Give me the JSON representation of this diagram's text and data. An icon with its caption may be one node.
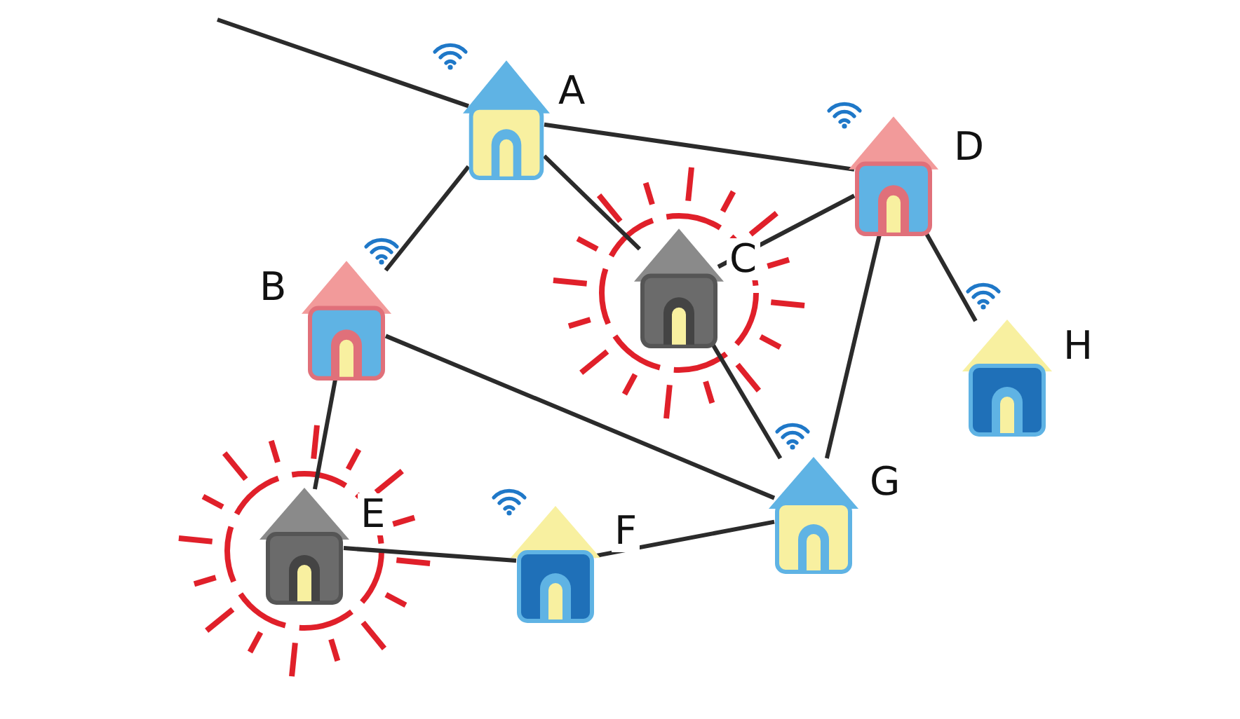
{
  "diagram": {
    "nodes": [
      {
        "text": [
          "A"
        ]
      },
      {
        "text": [
          "B"
        ]
      },
      {
        "text": [
          "C"
        ]
      },
      {
        "text": [
          "D"
        ]
      },
      {
        "text": [
          "E"
        ]
      },
      {
        "text": [
          "F"
        ]
      },
      {
        "text": [
          "G"
        ]
      },
      {
        "text": [
          "H"
        ]
      }
    ],
    "edges": [
      {
        "from": null,
        "to": 0,
        "arrow": "none"
      },
      {
        "from": 0,
        "to": 1,
        "arrow": "none"
      },
      {
        "from": 0,
        "to": 2,
        "arrow": "none"
      },
      {
        "from": 0,
        "to": 3,
        "arrow": "none"
      },
      {
        "from": 3,
        "to": 2,
        "arrow": "none"
      },
      {
        "from": 3,
        "to": 6,
        "arrow": "none"
      },
      {
        "from": 3,
        "to": 7,
        "arrow": "none"
      },
      {
        "from": 1,
        "to": 4,
        "arrow": "none"
      },
      {
        "from": 1,
        "to": 6,
        "arrow": "none"
      },
      {
        "from": 2,
        "to": 6,
        "arrow": "none"
      },
      {
        "from": 4,
        "to": 5,
        "arrow": "none"
      },
      {
        "from": 5,
        "to": 6,
        "arrow": "none"
      }
    ]
  }
}
